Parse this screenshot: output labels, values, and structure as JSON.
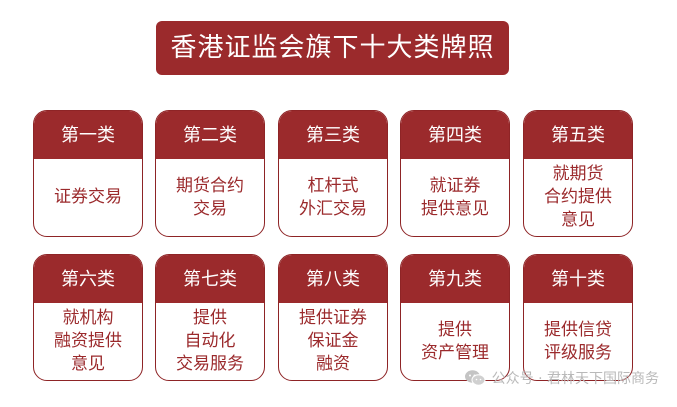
{
  "title": "香港证监会旗下十大类牌照",
  "cards": [
    {
      "head": "第一类",
      "body": "证券交易"
    },
    {
      "head": "第二类",
      "body": "期货合约\n交易"
    },
    {
      "head": "第三类",
      "body": "杠杆式\n外汇交易"
    },
    {
      "head": "第四类",
      "body": "就证券\n提供意见"
    },
    {
      "head": "第五类",
      "body": "就期货\n合约提供\n意见"
    },
    {
      "head": "第六类",
      "body": "就机构\n融资提供\n意见"
    },
    {
      "head": "第七类",
      "body": "提供\n自动化\n交易服务"
    },
    {
      "head": "第八类",
      "body": "提供证券\n保证金\n融资"
    },
    {
      "head": "第九类",
      "body": "提供\n资产管理"
    },
    {
      "head": "第十类",
      "body": "提供信贷\n评级服务"
    }
  ],
  "watermark": {
    "icon": "wechat-icon",
    "text": "公众号 · 君林天下国际商务"
  },
  "colors": {
    "primary": "#9b2a2c",
    "border": "#8e2426",
    "watermark": "#b9b9b9"
  }
}
